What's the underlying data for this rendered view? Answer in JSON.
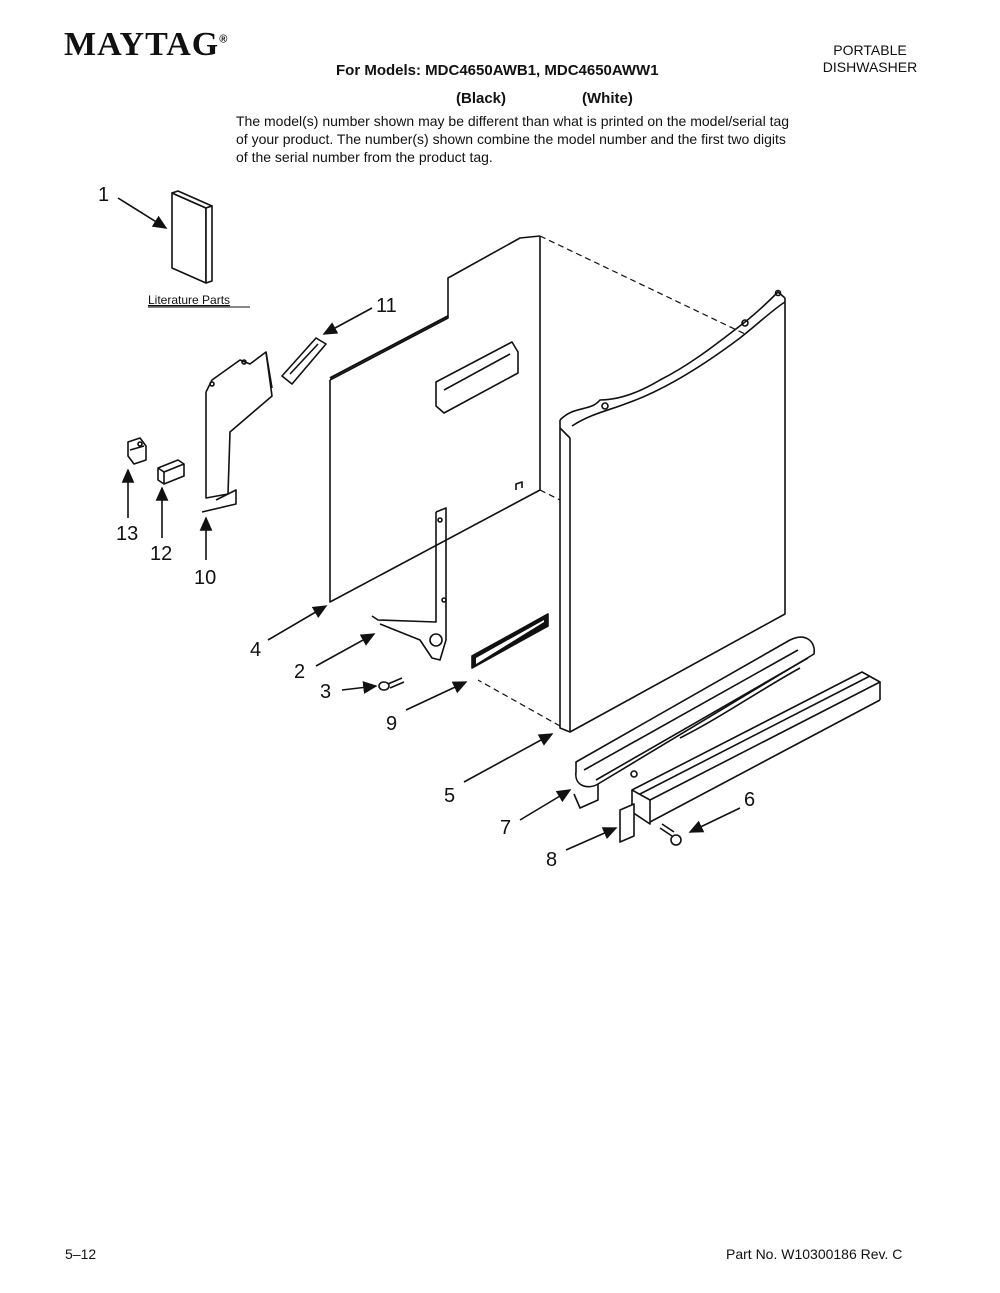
{
  "header": {
    "brand": "MAYTAG",
    "registered_mark": "®",
    "product_type_line1": "PORTABLE",
    "product_type_line2": "DISHWASHER",
    "models_line": "For Models: MDC4650AWB1, MDC4650AWW1",
    "color_black": "(Black)",
    "color_white": "(White)",
    "model_note": "The model(s) number shown may be different than what is printed on the model/serial tag of your product. The number(s) shown combine the model number and the first two digits of the serial number from the product tag."
  },
  "diagram": {
    "literature_label": "Literature Parts",
    "callouts": [
      "1",
      "2",
      "3",
      "4",
      "5",
      "6",
      "7",
      "8",
      "9",
      "10",
      "11",
      "12",
      "13"
    ]
  },
  "footer": {
    "page": "5–12",
    "part_no": "Part No. W10300186 Rev. C"
  }
}
